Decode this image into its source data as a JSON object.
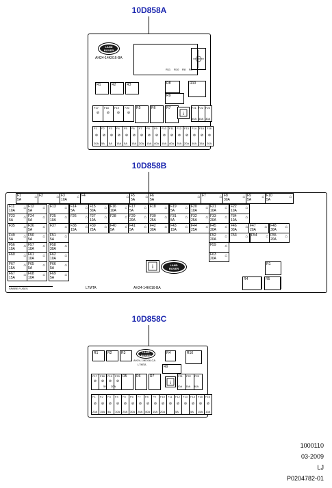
{
  "panels": {
    "a": {
      "code": "10D858A",
      "part_number": "AH24-14K016-BA",
      "logo": [
        "LAND",
        "ROVER"
      ],
      "relays": [
        "R1",
        "R2",
        "R3",
        "R8",
        "R10",
        "R9",
        "R5",
        "R6",
        "R7"
      ],
      "vertical_codes": [
        "R11",
        "R10",
        "R8",
        "R6",
        "R4",
        "R2",
        "R1"
      ],
      "fuse_top_row": [
        "F17",
        "F18",
        "F19",
        "F20",
        "F21",
        "F22",
        "F23"
      ],
      "fuse_top_row_ratings": [
        "30A",
        "40A",
        "30A"
      ],
      "fuse_bottom_labels": [
        "F1",
        "F2",
        "F3",
        "F4",
        "F5",
        "F6",
        "F7",
        "F8",
        "F9",
        "F10",
        "F11",
        "F12",
        "F13",
        "F14",
        "F15",
        "F16"
      ],
      "fuse_bottom_ratings": [
        "20A",
        "5A",
        "5A",
        "15A",
        "5A",
        "15A",
        "20A",
        "10A",
        "40A",
        "10A",
        "40A",
        "20A",
        "20A",
        "40A",
        "15A",
        "20A"
      ]
    },
    "b": {
      "code": "10D858B",
      "part_number": "AH24-14K016-BA",
      "logo": [
        "LAND",
        "ROVER"
      ],
      "l7": "L7MTA",
      "spare": "SPARE FUSES",
      "top_row": [
        {
          "label": "F1",
          "rating": "5A"
        },
        {
          "label": "F2",
          "rating": ""
        },
        {
          "label": "F3",
          "rating": "10A"
        },
        {
          "label": "F4",
          "rating": ""
        },
        {
          "label": "F5",
          "rating": "5A"
        },
        {
          "label": "F6",
          "rating": "5A"
        },
        {
          "label": "F7",
          "rating": ""
        },
        {
          "label": "F8",
          "rating": "30A"
        },
        {
          "label": "F9",
          "rating": "5A"
        },
        {
          "label": "F10",
          "rating": "5A"
        }
      ],
      "rows": [
        [
          {
            "l": "F11",
            "r": "10A"
          },
          {
            "l": "F12",
            "r": "5A"
          },
          {
            "l": "F13",
            "r": ""
          },
          {
            "l": "F14",
            "r": "5A"
          },
          {
            "l": "F15",
            "r": "30A"
          },
          {
            "l": "F16",
            "r": "10A"
          },
          {
            "l": "F17",
            "r": "5A"
          },
          {
            "l": "F18",
            "r": ""
          },
          {
            "l": "F19",
            "r": "5A"
          },
          {
            "l": "F20",
            "r": "10A"
          },
          {
            "l": "F21",
            "r": "10A"
          },
          {
            "l": "F22",
            "r": "10A"
          }
        ],
        [
          {
            "l": "F23",
            "r": "5A"
          },
          {
            "l": "F24",
            "r": "5A"
          },
          {
            "l": "F25",
            "r": "10A"
          },
          {
            "l": "F26",
            "r": ""
          },
          {
            "l": "F27",
            "r": "10A"
          },
          {
            "l": "F28",
            "r": ""
          },
          {
            "l": "F29",
            "r": "20A"
          },
          {
            "l": "F30",
            "r": "25A"
          },
          {
            "l": "F31",
            "r": "5A"
          },
          {
            "l": "F32",
            "r": "25A"
          },
          {
            "l": "F33",
            "r": "20A"
          },
          {
            "l": "F34",
            "r": "10A"
          }
        ],
        [
          {
            "l": "F35",
            "r": ""
          },
          {
            "l": "F36",
            "r": "5A"
          },
          {
            "l": "F37",
            "r": ""
          },
          {
            "l": "F38",
            "r": "15A"
          },
          {
            "l": "F39",
            "r": "25A"
          },
          {
            "l": "F40",
            "r": "5A"
          },
          {
            "l": "F41",
            "r": "5A"
          },
          {
            "l": "F42",
            "r": "30A"
          },
          {
            "l": "F43",
            "r": "15A"
          },
          {
            "l": "F44",
            "r": "25A"
          },
          {
            "l": "F45",
            "r": "30A"
          },
          {
            "l": "F46",
            "r": "30A"
          },
          {
            "l": "F47",
            "r": "20A"
          },
          {
            "l": "F48",
            "r": "30A"
          }
        ],
        [
          {
            "l": "F49",
            "r": "5A"
          },
          {
            "l": "F50",
            "r": "5A"
          },
          {
            "l": "F51",
            "r": "5A"
          },
          {
            "l": "F52",
            "r": "20A"
          },
          {
            "l": "F53",
            "r": ""
          },
          {
            "l": "F54",
            "r": ""
          },
          {
            "l": "F55",
            "r": "20A"
          }
        ],
        [
          {
            "l": "F56",
            "r": "10A"
          },
          {
            "l": "F57",
            "r": "10A"
          },
          {
            "l": "F58",
            "r": "30A"
          },
          {
            "l": "F59",
            "r": ""
          }
        ],
        [
          {
            "l": "F60",
            "r": ""
          },
          {
            "l": "F61",
            "r": "10A"
          },
          {
            "l": "F62",
            "r": "10A"
          },
          {
            "l": "F63",
            "r": "20A"
          }
        ],
        [
          {
            "l": "F67",
            "r": "15A"
          },
          {
            "l": "F65",
            "r": "5A"
          },
          {
            "l": "F66",
            "r": "5A"
          }
        ],
        [
          {
            "l": "F67",
            "r": "15A"
          },
          {
            "l": "F68",
            "r": "10A"
          },
          {
            "l": "F69",
            "r": "5A"
          }
        ]
      ],
      "relays": [
        "R1",
        "R2",
        "R3",
        "R4",
        "R5"
      ]
    },
    "c": {
      "code": "10D858C",
      "part_number": "AH24-14K016-CA",
      "l7": "L7MTA",
      "logo": [
        "LAND",
        "ROVER"
      ],
      "relays": [
        "R1",
        "R2",
        "R3",
        "R4",
        "R10",
        "R9",
        "R5",
        "R6",
        "R7"
      ],
      "fuse_top_row": [
        "F17",
        "F18",
        "F19",
        "F20",
        "F21",
        "F22",
        "F23"
      ],
      "fuse_top_row_ratings": [
        "5A",
        "20A",
        "40A",
        "40A",
        "30A"
      ],
      "fuse_bottom_labels": [
        "F1",
        "F2",
        "F3",
        "F4",
        "F5",
        "F6",
        "F7",
        "F8",
        "F9",
        "F10",
        "F11",
        "F12",
        "F13",
        "F14",
        "F15",
        "F16"
      ],
      "fuse_bottom_ratings": [
        "20A",
        "15A",
        "5A",
        "10A",
        "20A",
        "30A",
        "20A",
        "40A",
        "15A",
        "20A",
        "",
        "5A",
        "",
        "5A",
        "15A",
        "10A"
      ]
    }
  },
  "meta": {
    "id": "1000110",
    "date": "03-2009",
    "initials": "LJ",
    "ref": "P0204782-01"
  }
}
